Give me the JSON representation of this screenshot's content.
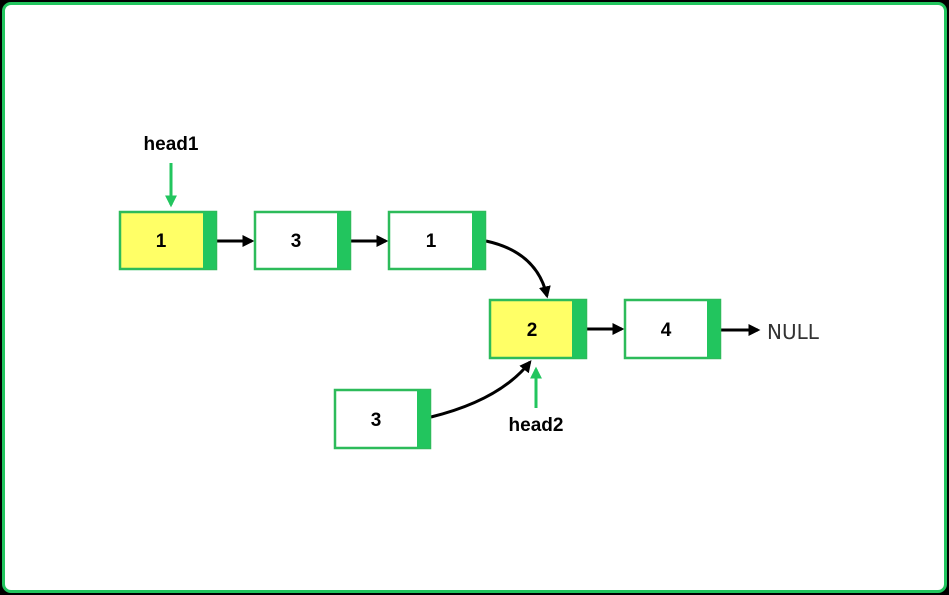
{
  "colors": {
    "frame": "#22c55e",
    "node_border": "#2dbb5a",
    "pointer_field": "#22c55e",
    "highlight_fill": "#ffff66",
    "normal_fill": "#ffffff",
    "edge": "#000000",
    "head_arrow": "#22c55e"
  },
  "nodes": {
    "n1": {
      "value": "1",
      "highlighted": true
    },
    "n2": {
      "value": "3",
      "highlighted": false
    },
    "n3": {
      "value": "1",
      "highlighted": false
    },
    "n4": {
      "value": "2",
      "highlighted": true
    },
    "n5": {
      "value": "4",
      "highlighted": false
    },
    "n6": {
      "value": "3",
      "highlighted": false
    }
  },
  "labels": {
    "head1": "head1",
    "head2": "head2",
    "null": "NULL"
  }
}
